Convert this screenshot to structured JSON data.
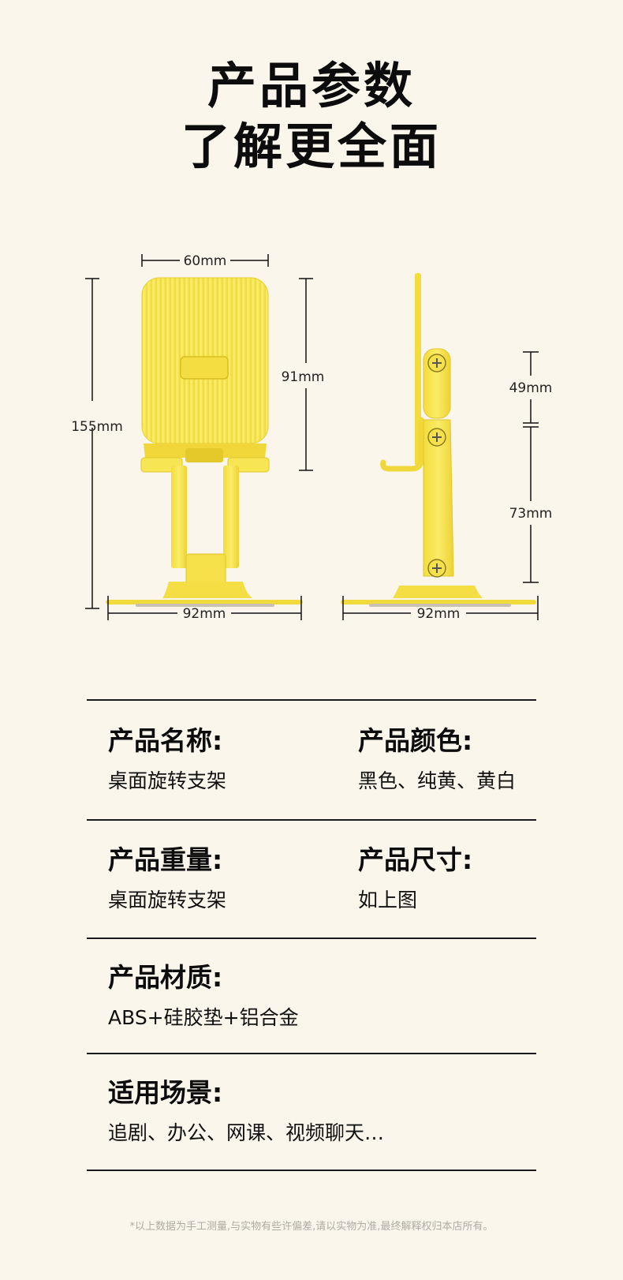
{
  "header": {
    "title_line1": "产品参数",
    "title_line2": "了解更全面"
  },
  "diagram": {
    "front_width": "60mm",
    "front_height_total": "155mm",
    "front_height_holder": "91mm",
    "front_base_width": "92mm",
    "side_upper": "49mm",
    "side_lower": "73mm",
    "side_base_width": "92mm"
  },
  "specs": {
    "name_label": "产品名称:",
    "name_value": "桌面旋转支架",
    "color_label": "产品颜色:",
    "color_value": "黑色、纯黄、黄白",
    "weight_label": "产品重量:",
    "weight_value": "桌面旋转支架",
    "size_label": "产品尺寸:",
    "size_value": "如上图",
    "material_label": "产品材质:",
    "material_value": "ABS+硅胶垫+铝合金",
    "scene_label": "适用场景:",
    "scene_value": "追剧、办公、网课、视频聊天…"
  },
  "footer": {
    "note": "*以上数据为手工测量,与实物有些许偏差,请以实物为准,最终解释权归本店所有。"
  },
  "colors": {
    "background": "#faf6ec",
    "product_yellow": "#f7e34a",
    "product_shadow": "#e6cf2c"
  }
}
